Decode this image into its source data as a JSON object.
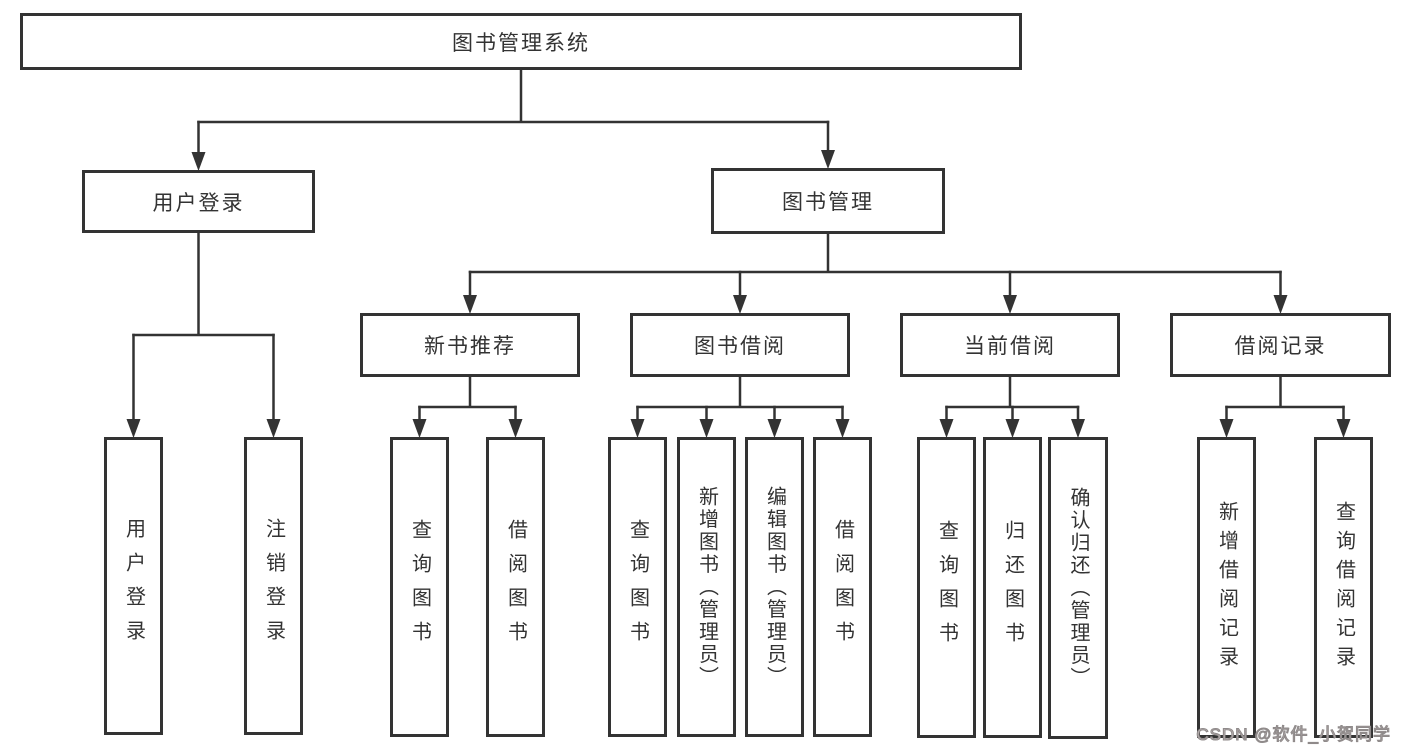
{
  "title": "图书管理系统",
  "watermark": "CSDN @软件_小贺同学",
  "colors": {
    "line": "#333333",
    "box_border": "#333333",
    "text": "#333333",
    "background": "#ffffff",
    "watermark_outline": "#8f8a8a",
    "watermark_fill": "#cdc3c4"
  },
  "tree": {
    "id": "root",
    "label": "图书管理系统",
    "children": [
      {
        "id": "user-login",
        "label": "用户登录",
        "children": [
          {
            "id": "login",
            "label": "用户登录"
          },
          {
            "id": "logout",
            "label": "注销登录"
          }
        ]
      },
      {
        "id": "book-mgmt",
        "label": "图书管理",
        "children": [
          {
            "id": "new-rec",
            "label": "新书推荐",
            "children": [
              {
                "id": "nr-query",
                "label": "查询图书"
              },
              {
                "id": "nr-borrow",
                "label": "借阅图书"
              }
            ]
          },
          {
            "id": "borrow",
            "label": "图书借阅",
            "children": [
              {
                "id": "bw-query",
                "label": "查询图书"
              },
              {
                "id": "bw-add",
                "label": "新增图书（管理员）"
              },
              {
                "id": "bw-edit",
                "label": "编辑图书（管理员）"
              },
              {
                "id": "bw-borrow",
                "label": "借阅图书"
              }
            ]
          },
          {
            "id": "current",
            "label": "当前借阅",
            "children": [
              {
                "id": "cu-query",
                "label": "查询图书"
              },
              {
                "id": "cu-return",
                "label": "归还图书"
              },
              {
                "id": "cu-confirm",
                "label": "确认归还（管理员）"
              }
            ]
          },
          {
            "id": "records",
            "label": "借阅记录",
            "children": [
              {
                "id": "rc-add",
                "label": "新增借阅记录"
              },
              {
                "id": "rc-query",
                "label": "查询借阅记录"
              }
            ]
          }
        ]
      }
    ]
  }
}
